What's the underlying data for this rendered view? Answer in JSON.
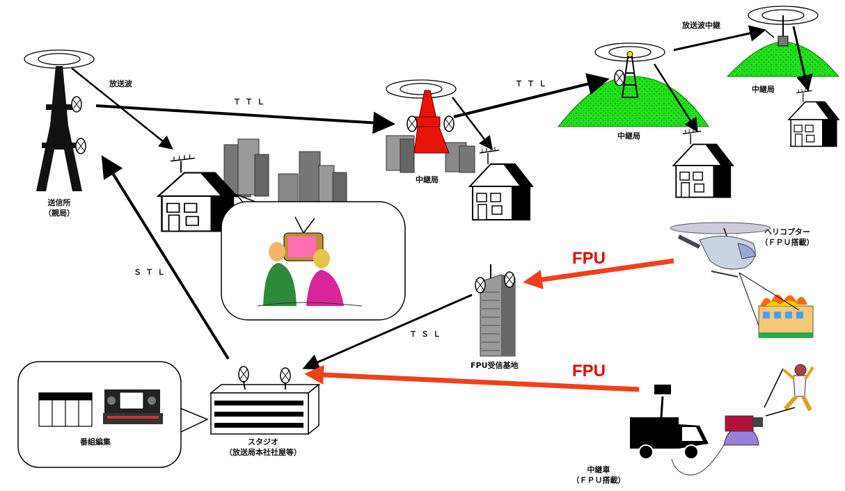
{
  "labels": {
    "transmitter": "送信所",
    "transmitter_sub": "（親局）",
    "broadcast_wave": "放送波",
    "ttl_1": "ＴＴＬ",
    "ttl_2": "ＴＴＬ",
    "relay_station_1": "中継局",
    "relay_station_2": "中継局",
    "relay_station_3": "中継局",
    "broadcast_relay": "放送波中継",
    "stl": "ＳＴＬ",
    "tsl": "ＴＳＬ",
    "fpu_base": "FPU受信基地",
    "fpu_1": "FPU",
    "fpu_2": "FPU",
    "helicopter": "ヘリコプター",
    "helicopter_sub": "（ＦＰＵ搭載）",
    "studio": "スタジオ",
    "studio_sub": "（放送局本社社屋等）",
    "program_editing": "番組編集",
    "relay_vehicle": "中継車",
    "relay_vehicle_sub": "（ＦＰＵ搭載）"
  },
  "colors": {
    "arrow": "#000000",
    "fpu_arrow": "#f0401a",
    "fpu_text": "#e40000",
    "hill": "#22e01c",
    "relay_tower": "#e8140c",
    "tower": "#111111"
  }
}
